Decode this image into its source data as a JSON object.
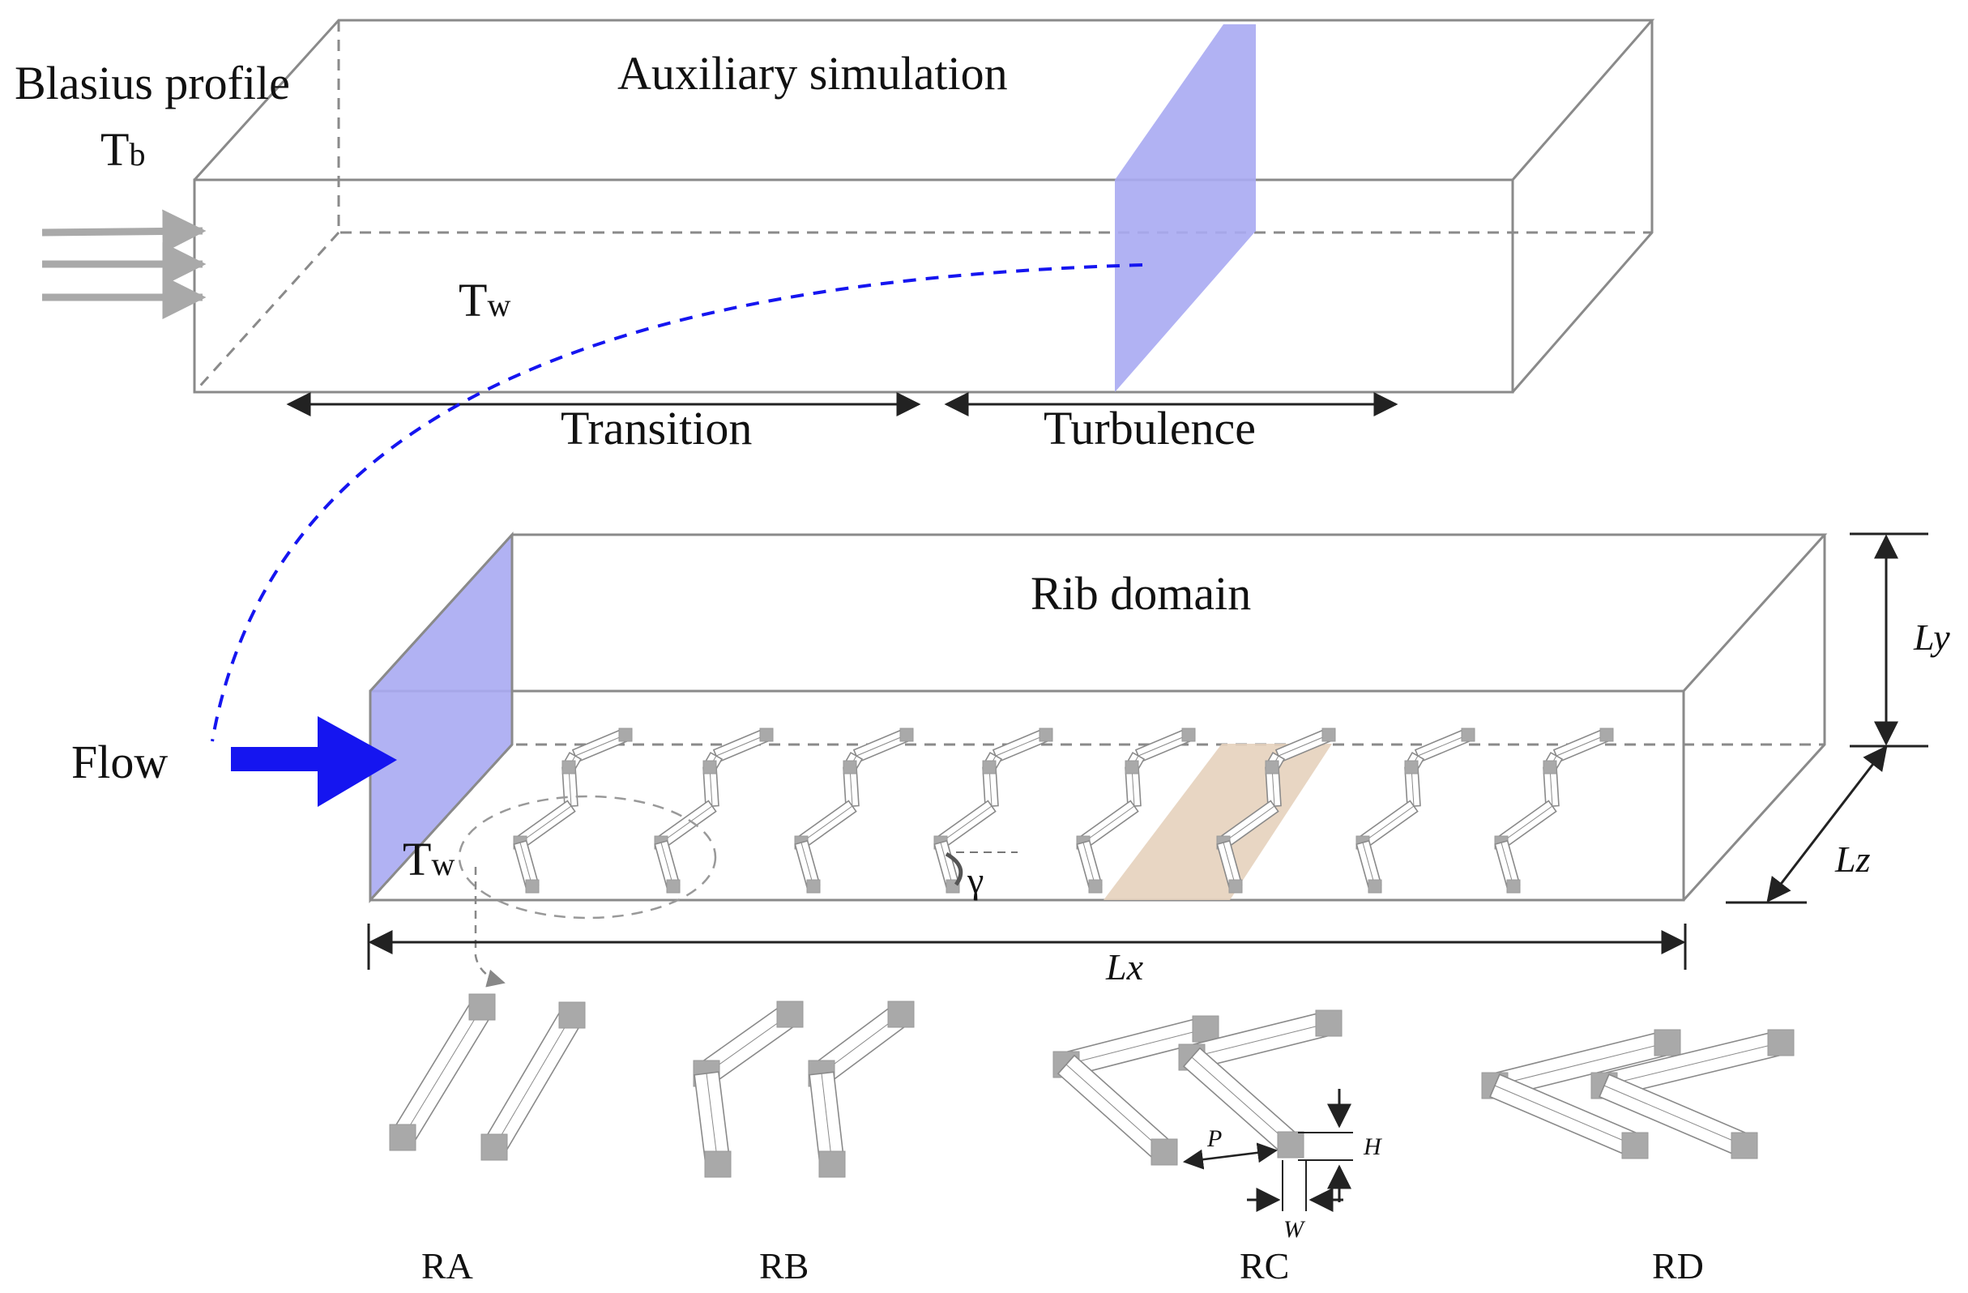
{
  "labels": {
    "inlet_top": "Blasius profile",
    "inlet_sym": "T",
    "inlet_sub": "b",
    "aux_title": "Auxiliary simulation",
    "wall_sym": "T",
    "wall_sub": "w",
    "transition": "Transition",
    "turbulence": "Turbulence",
    "rib_title": "Rib domain",
    "flow": "Flow",
    "rib_wall_sym": "T",
    "rib_wall_sub": "w",
    "gamma": "γ",
    "lx": "Lx",
    "ly": "Ly",
    "lz": "Lz",
    "p": "P",
    "h": "H",
    "w": "W"
  },
  "variants": [
    "RA",
    "RB",
    "RC",
    "RD"
  ],
  "colors": {
    "edge": "#8a8a8a",
    "plane_blue": "#a9aaf2",
    "flow_blue": "#1515f0",
    "rib_plane": "#e6d1bd",
    "rib_cap": "#a9a9a9"
  }
}
